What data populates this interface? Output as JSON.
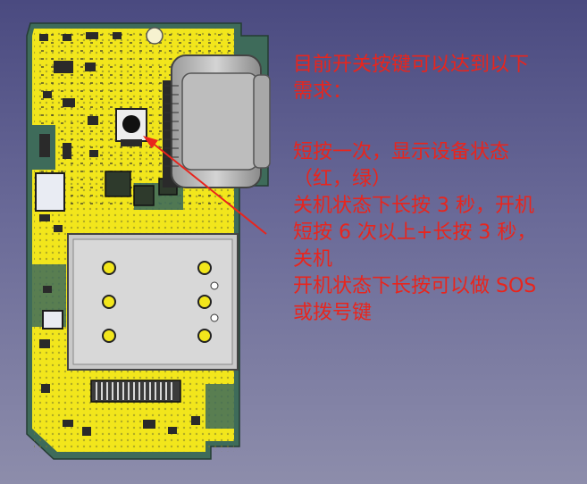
{
  "colors": {
    "background_top": "#4a4a80",
    "background_bottom": "#8d8dab",
    "pcb_green": "#3e6b5a",
    "pcb_yellow": "#f2e61c",
    "annotation_red": "#e8251d"
  },
  "annotation": {
    "heading": [
      "目前开关按键可以达到以下",
      "需求："
    ],
    "requirements": [
      "短按一次，显示设备状态",
      "（红，绿）",
      "关机状态下长按 3 秒，开机",
      "短按 6 次以上+长按 3 秒，",
      "关机",
      "开机状态下长按可以做 SOS",
      "或拨号键"
    ]
  },
  "components": {
    "power_button": "power-button",
    "usb_connector": "usb-c-connector",
    "sim_slot": "sim-card-slot",
    "fpc_connector": "fpc-connector"
  }
}
